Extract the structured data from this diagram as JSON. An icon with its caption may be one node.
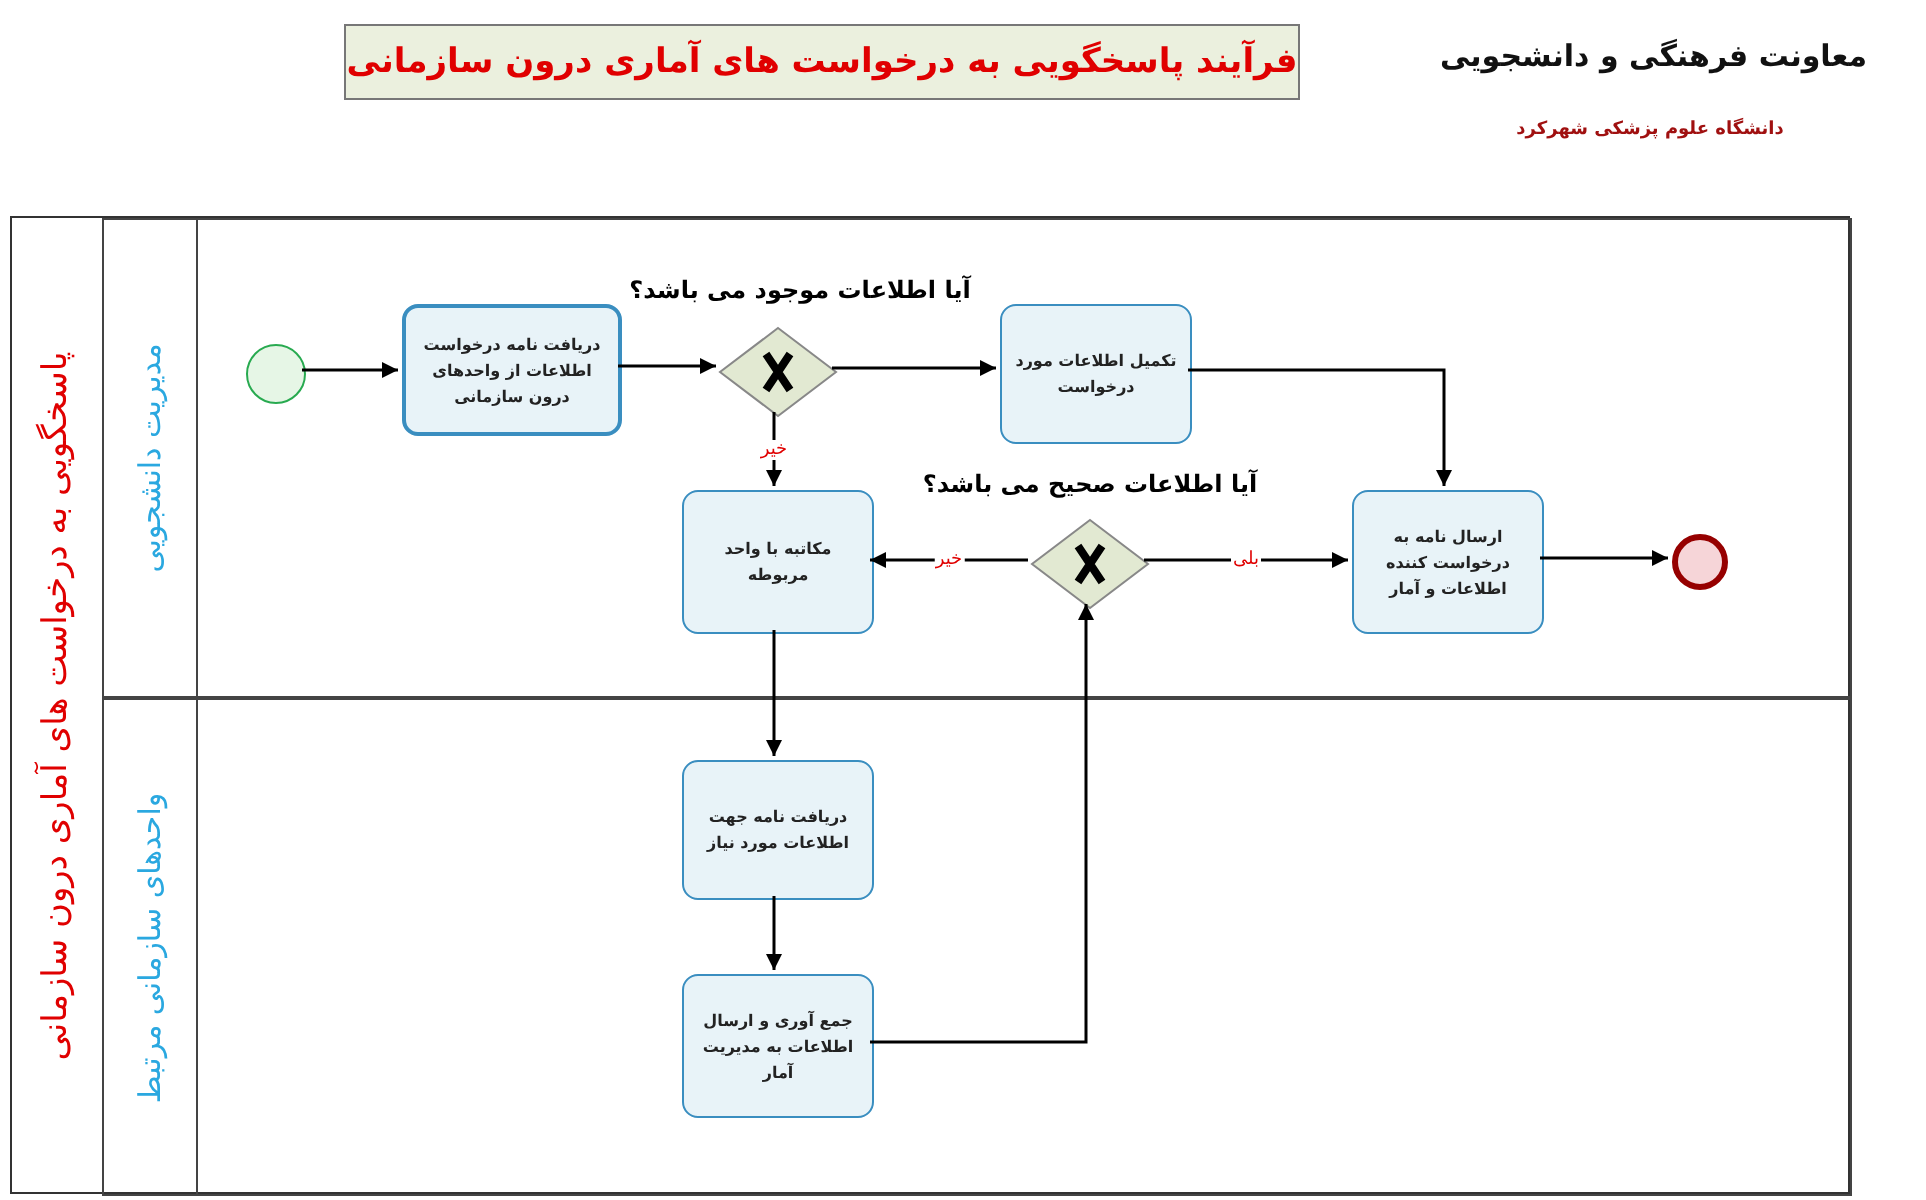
{
  "diagram": {
    "title": "فرآیند پاسخگویی به درخواست های آماری درون سازمانی",
    "nodes": [
      {
        "text": [
          "پاسخگویی به درخواست های آماری درون سازمانی"
        ]
      },
      {
        "text": [
          "مدیریت دانشجویی"
        ],
        "in": 0
      },
      {
        "text": [
          "واحدهای سازمانی مرتبط"
        ],
        "in": 0
      },
      {
        "text": [],
        "shape": "circle",
        "in": 1
      },
      {
        "text": [
          "دریافت نامه درخواست اطلاعات از واحدهای درون سازمانی"
        ],
        "in": 1
      },
      {
        "text": [],
        "shape": "diamond",
        "in": 1
      },
      {
        "text": [
          "تکمیل اطلاعات مورد درخواست"
        ],
        "in": 1
      },
      {
        "text": [
          "مکاتبه با واحد مربوطه"
        ],
        "in": 1
      },
      {
        "text": [],
        "shape": "diamond",
        "in": 1
      },
      {
        "text": [
          "ارسال نامه به درخواست کننده اطلاعات و آمار"
        ],
        "in": 1
      },
      {
        "text": [],
        "shape": "circle",
        "in": 1
      },
      {
        "text": [
          "دریافت نامه جهت اطلاعات مورد نیاز"
        ],
        "in": 2
      },
      {
        "text": [
          "جمع آوری و ارسال اطلاعات به مدیریت آمار"
        ],
        "in": 2
      }
    ],
    "edges": [
      {
        "from": 3,
        "to": 4,
        "arrow": "to"
      },
      {
        "from": 4,
        "to": 5,
        "arrow": "to"
      },
      {
        "from": 5,
        "to": 6,
        "arrow": "to"
      },
      {
        "from": 5,
        "to": 7,
        "arrow": "to",
        "label": "خیر"
      },
      {
        "from": 6,
        "to": 9,
        "arrow": "to"
      },
      {
        "from": 8,
        "to": 7,
        "arrow": "to",
        "label": "خیر"
      },
      {
        "from": 8,
        "to": 9,
        "arrow": "to",
        "label": "بلی"
      },
      {
        "from": 9,
        "to": 10,
        "arrow": "to"
      },
      {
        "from": 7,
        "to": 11,
        "arrow": "to"
      },
      {
        "from": 11,
        "to": 12,
        "arrow": "to"
      },
      {
        "from": 12,
        "to": 8,
        "arrow": "to"
      }
    ],
    "labels": [
      "معاونت فرهنگی و دانشجویی",
      "دانشگاه علوم پزشکی شهرکرد",
      "آیا اطلاعات موجود می باشد؟",
      "آیا اطلاعات صحیح می باشد؟"
    ]
  }
}
